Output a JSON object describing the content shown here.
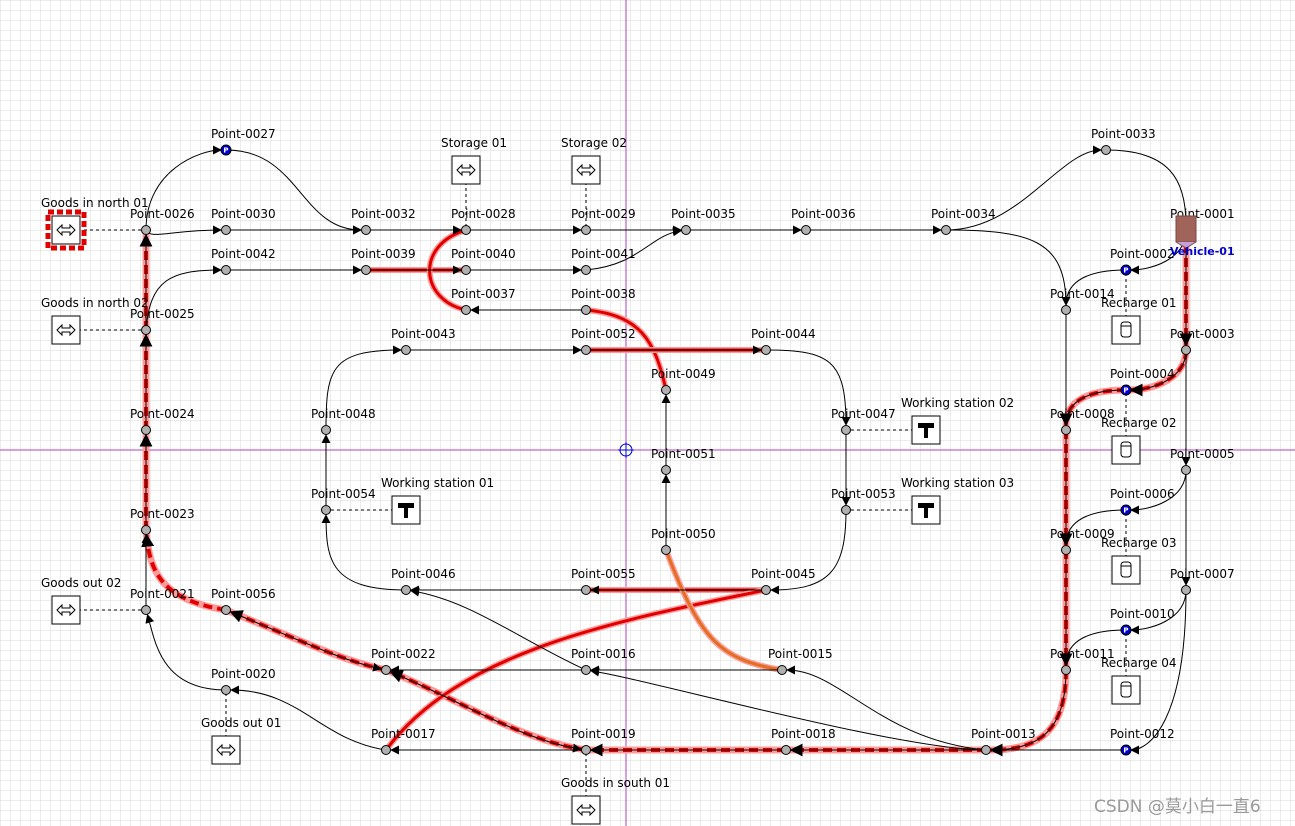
{
  "points": [
    {
      "id": "p27",
      "label": "Point-0027",
      "type": "park"
    },
    {
      "id": "p26",
      "label": "Point-0026",
      "type": "halt"
    },
    {
      "id": "p30",
      "label": "Point-0030",
      "type": "halt"
    },
    {
      "id": "p32",
      "label": "Point-0032",
      "type": "halt"
    },
    {
      "id": "p28",
      "label": "Point-0028",
      "type": "halt"
    },
    {
      "id": "p29",
      "label": "Point-0029",
      "type": "halt"
    },
    {
      "id": "p35",
      "label": "Point-0035",
      "type": "halt"
    },
    {
      "id": "p36",
      "label": "Point-0036",
      "type": "halt"
    },
    {
      "id": "p34",
      "label": "Point-0034",
      "type": "halt"
    },
    {
      "id": "p33",
      "label": "Point-0033",
      "type": "halt"
    },
    {
      "id": "p01",
      "label": "Point-0001",
      "type": "halt"
    },
    {
      "id": "p42",
      "label": "Point-0042",
      "type": "halt"
    },
    {
      "id": "p39",
      "label": "Point-0039",
      "type": "halt"
    },
    {
      "id": "p40",
      "label": "Point-0040",
      "type": "halt"
    },
    {
      "id": "p41",
      "label": "Point-0041",
      "type": "halt"
    },
    {
      "id": "p02",
      "label": "Point-0002",
      "type": "park"
    },
    {
      "id": "p14",
      "label": "Point-0014",
      "type": "halt"
    },
    {
      "id": "p37",
      "label": "Point-0037",
      "type": "halt"
    },
    {
      "id": "p38",
      "label": "Point-0038",
      "type": "halt"
    },
    {
      "id": "p25",
      "label": "Point-0025",
      "type": "halt"
    },
    {
      "id": "p43",
      "label": "Point-0043",
      "type": "halt"
    },
    {
      "id": "p52",
      "label": "Point-0052",
      "type": "halt"
    },
    {
      "id": "p44",
      "label": "Point-0044",
      "type": "halt"
    },
    {
      "id": "p03",
      "label": "Point-0003",
      "type": "halt"
    },
    {
      "id": "p49",
      "label": "Point-0049",
      "type": "halt"
    },
    {
      "id": "p04",
      "label": "Point-0004",
      "type": "park"
    },
    {
      "id": "p24",
      "label": "Point-0024",
      "type": "halt"
    },
    {
      "id": "p48",
      "label": "Point-0048",
      "type": "halt"
    },
    {
      "id": "p47",
      "label": "Point-0047",
      "type": "halt"
    },
    {
      "id": "p08",
      "label": "Point-0008",
      "type": "halt"
    },
    {
      "id": "p51",
      "label": "Point-0051",
      "type": "halt"
    },
    {
      "id": "p05",
      "label": "Point-0005",
      "type": "halt"
    },
    {
      "id": "p54",
      "label": "Point-0054",
      "type": "halt"
    },
    {
      "id": "p53",
      "label": "Point-0053",
      "type": "halt"
    },
    {
      "id": "p06",
      "label": "Point-0006",
      "type": "park"
    },
    {
      "id": "p23",
      "label": "Point-0023",
      "type": "halt"
    },
    {
      "id": "p50",
      "label": "Point-0050",
      "type": "halt"
    },
    {
      "id": "p09",
      "label": "Point-0009",
      "type": "halt"
    },
    {
      "id": "p46",
      "label": "Point-0046",
      "type": "halt"
    },
    {
      "id": "p55",
      "label": "Point-0055",
      "type": "halt"
    },
    {
      "id": "p45",
      "label": "Point-0045",
      "type": "halt"
    },
    {
      "id": "p07",
      "label": "Point-0007",
      "type": "halt"
    },
    {
      "id": "p21",
      "label": "Point-0021",
      "type": "halt"
    },
    {
      "id": "p56",
      "label": "Point-0056",
      "type": "halt"
    },
    {
      "id": "p10",
      "label": "Point-0010",
      "type": "park"
    },
    {
      "id": "p22",
      "label": "Point-0022",
      "type": "halt"
    },
    {
      "id": "p16",
      "label": "Point-0016",
      "type": "halt"
    },
    {
      "id": "p15",
      "label": "Point-0015",
      "type": "halt"
    },
    {
      "id": "p11",
      "label": "Point-0011",
      "type": "halt"
    },
    {
      "id": "p20",
      "label": "Point-0020",
      "type": "halt"
    },
    {
      "id": "p17",
      "label": "Point-0017",
      "type": "halt"
    },
    {
      "id": "p19",
      "label": "Point-0019",
      "type": "halt"
    },
    {
      "id": "p18",
      "label": "Point-0018",
      "type": "halt"
    },
    {
      "id": "p13",
      "label": "Point-0013",
      "type": "halt"
    },
    {
      "id": "p12",
      "label": "Point-0012",
      "type": "park"
    }
  ],
  "locations": [
    {
      "id": "gin1",
      "label": "Goods in north 01",
      "icon": "transfer-icon"
    },
    {
      "id": "gin2",
      "label": "Goods in north 02",
      "icon": "transfer-icon"
    },
    {
      "id": "gout2",
      "label": "Goods out 02",
      "icon": "transfer-icon"
    },
    {
      "id": "gout1",
      "label": "Goods out 01",
      "icon": "transfer-icon"
    },
    {
      "id": "gis1",
      "label": "Goods in south 01",
      "icon": "transfer-icon"
    },
    {
      "id": "st1",
      "label": "Storage 01",
      "icon": "transfer-icon"
    },
    {
      "id": "st2",
      "label": "Storage 02",
      "icon": "transfer-icon"
    },
    {
      "id": "ws1",
      "label": "Working station 01",
      "icon": "hammer-icon"
    },
    {
      "id": "ws2",
      "label": "Working station 02",
      "icon": "hammer-icon"
    },
    {
      "id": "ws3",
      "label": "Working station 03",
      "icon": "hammer-icon"
    },
    {
      "id": "rc1",
      "label": "Recharge 01",
      "icon": "battery-icon"
    },
    {
      "id": "rc2",
      "label": "Recharge 02",
      "icon": "battery-icon"
    },
    {
      "id": "rc3",
      "label": "Recharge 03",
      "icon": "battery-icon"
    },
    {
      "id": "rc4",
      "label": "Recharge 04",
      "icon": "battery-icon"
    }
  ],
  "vehicle": {
    "label": "Vehicle-01",
    "color": "#a0645a"
  },
  "park_marker_text": "P",
  "watermark": "CSDN @莫小白一直6",
  "colors": {
    "grid": "#d9d9d9",
    "axis": "#b040c0",
    "route": "#e00000",
    "route_halo": "#ff9a9a",
    "claimed": "#e07020",
    "point_fill": "#b0b0b0",
    "park_fill": "#0000cc"
  }
}
